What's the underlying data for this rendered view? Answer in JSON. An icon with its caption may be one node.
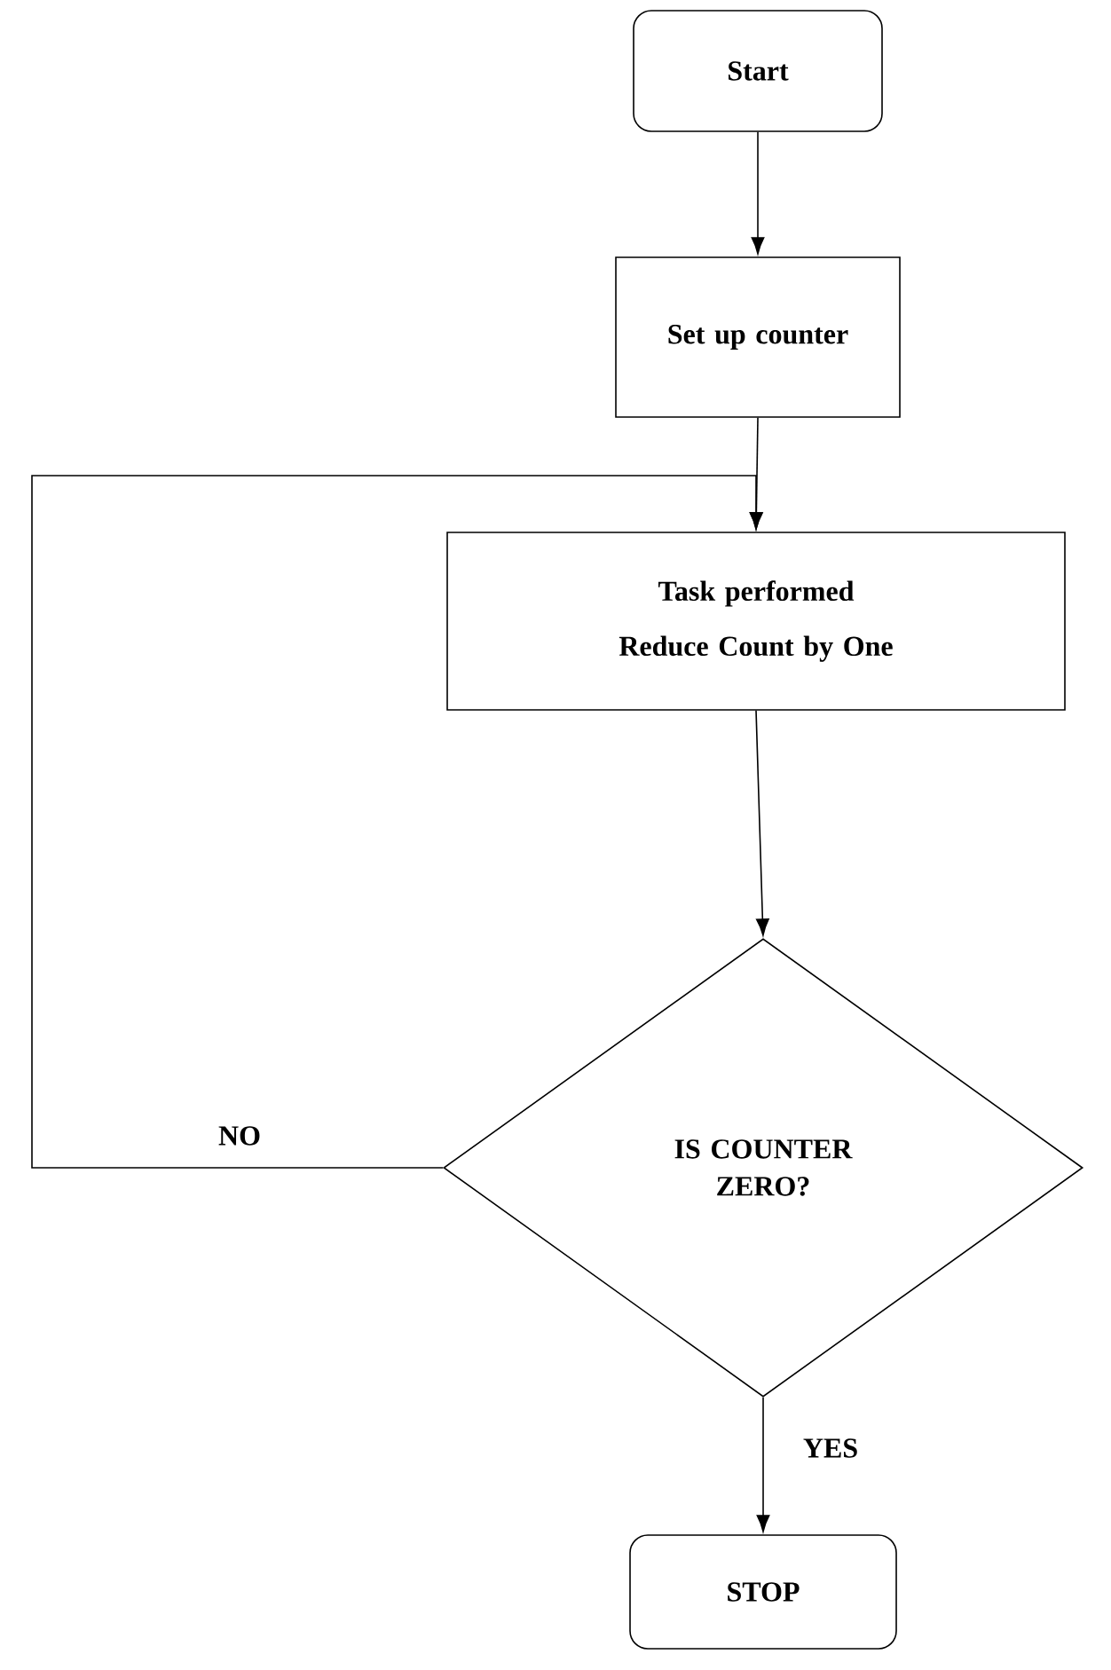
{
  "diagram": {
    "nodes": [
      {
        "text": [
          "Start"
        ]
      },
      {
        "text": [
          "Set up counter"
        ]
      },
      {
        "text": [
          "Task performed",
          "Reduce Count by One"
        ]
      },
      {
        "text": [
          "IS COUNTER ZERO?"
        ]
      },
      {
        "text": [
          "STOP"
        ]
      }
    ],
    "edges": [
      {
        "from": 0,
        "to": 1,
        "arrow": "to"
      },
      {
        "from": 1,
        "to": 2,
        "arrow": "to"
      },
      {
        "from": 2,
        "to": 3,
        "arrow": "to"
      },
      {
        "from": 3,
        "to": 4,
        "arrow": "to",
        "label": "YES"
      },
      {
        "from": 3,
        "to": 2,
        "arrow": "to",
        "label": "NO"
      }
    ]
  }
}
